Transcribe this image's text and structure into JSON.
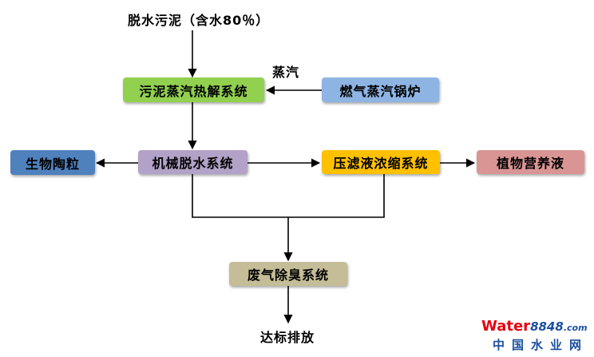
{
  "nodes": {
    "sludge_input": "脱水污泥（含水80％）",
    "steam_label": "蒸汽",
    "thermal_hydrolysis": "污泥蒸汽热解系统",
    "gas_boiler": "燃气蒸汽锅炉",
    "biological_ceramsite": "生物陶粒",
    "mechanical_dewatering": "机械脱水系统",
    "filter_press_concentration": "压滤液浓缩系统",
    "plant_nutrient_solution": "植物营养液",
    "odor_removal": "废气除臭系统",
    "discharge": "达标排放"
  },
  "colors": {
    "thermal_hydrolysis": "#92d050",
    "gas_boiler": "#8eb4e3",
    "biological_ceramsite": "#4f81bd",
    "mechanical_dewatering": "#b3a2c7",
    "filter_press_concentration": "#ffc000",
    "plant_nutrient_solution": "#d99594",
    "odor_removal": "#c4bd97"
  },
  "watermark": {
    "brand_word": "Water",
    "brand_number": "8848",
    "brand_suffix": ".com",
    "chinese": "中国水业网"
  }
}
